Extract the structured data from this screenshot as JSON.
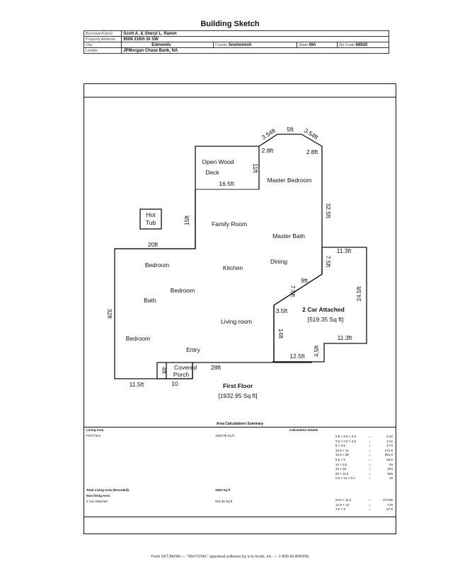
{
  "header": {
    "title": "Building Sketch"
  },
  "info": {
    "borrower_label": "Borrower/Client",
    "borrower": "Scott A. & Sheryl L. Ramm",
    "address_label": "Property Address",
    "address": "9508 216th St SW",
    "city_label": "City",
    "city": "Edmonds",
    "county_label": "County",
    "county": "Snohomish",
    "state_label": "State",
    "state": "WA",
    "zip_label": "Zip Code",
    "zip": "98020",
    "lender_label": "Lender",
    "lender": "JPMorgan Chase Bank, NA"
  },
  "sketch": {
    "rooms": {
      "deck1": "Open Wood",
      "deck2": "Deck",
      "master_bed": "Master Bedroom",
      "hot1": "Hot",
      "hot2": "Tub",
      "family": "Family Room",
      "master_bath": "Master Bath",
      "bedroom_a": "Bedroom",
      "kitchen": "Kitchen",
      "dining": "Dining",
      "bedroom_b": "Bedroom",
      "bath": "Bath",
      "living": "Living room",
      "bedroom_c": "Bedroom",
      "entry": "Entry",
      "porch1": "Covered",
      "porch2": "Porch",
      "garage": "2 Car Attached",
      "garage_area": "[519.35 Sq ft]",
      "floor": "First Floor",
      "floor_area": "[1932.95 Sq ft]"
    },
    "dims": {
      "d5": "5ft",
      "d354a": "3.54ft",
      "d354b": "3.54ft",
      "d28a": "2.8ft",
      "d28b": "2.8ft",
      "d11": "11ft",
      "d165": "16.5ft",
      "d325": "32.5ft",
      "d15": "15ft",
      "d20": "20ft",
      "d113a": "11.3ft",
      "d75a": "7.5ft",
      "d9": "9ft",
      "d75b": "7.5ft",
      "d245": "24.5ft",
      "d35": "3.5ft",
      "d32": "32ft",
      "d14": "14ft",
      "d113b": "11.3ft",
      "d45": "4.5ft",
      "d125": "12.5ft",
      "d4": "4ft",
      "d28": "28ft",
      "d115": "11.5ft",
      "d10": "10"
    }
  },
  "area": {
    "title": "Area Calculations Summary",
    "living_label": "Living Area",
    "calc_label": "Calculation Details",
    "first_floor": "First Floor",
    "first_floor_val": "1932.95 Sq ft",
    "total_label": "Total Living Area (Rounded):",
    "total_val": "1933 Sq ft",
    "nonliving_label": "Non-living Area",
    "garage_label": "2 Car Attached",
    "garage_val": "519.35 Sq ft",
    "calcs": [
      {
        "expr": "0.5 × 2.5 × 2.5",
        "res": "3.12"
      },
      {
        "expr": "0.5 × 2.5 × 2.5",
        "res": "3.12"
      },
      {
        "expr": "5 × 3.5",
        "res": "17.5"
      },
      {
        "expr": "15.6 × 11",
        "res": "171.6"
      },
      {
        "expr": "32.5 × 30",
        "res": "981.5"
      },
      {
        "expr": "6.5 × 9",
        "res": "58.5"
      },
      {
        "expr": "14 × 3.5",
        "res": "49"
      },
      {
        "expr": "34 × 26",
        "res": "204"
      },
      {
        "expr": "20 × 11.5",
        "res": "506"
      },
      {
        "expr": "0.5 × 12 × 0.1",
        "res": "18"
      }
    ],
    "garage_calcs": [
      {
        "expr": "24.5 × 11.3",
        "res": "276.85"
      },
      {
        "expr": "12.5 × 14",
        "res": "175"
      },
      {
        "expr": "7.5 × 9",
        "res": "67.5"
      }
    ]
  },
  "footer": {
    "text": "Form SKT.BldSkt — \"WinTOTAL\" appraisal software by a la mode, inc. — 1-800-ALAMODE"
  }
}
